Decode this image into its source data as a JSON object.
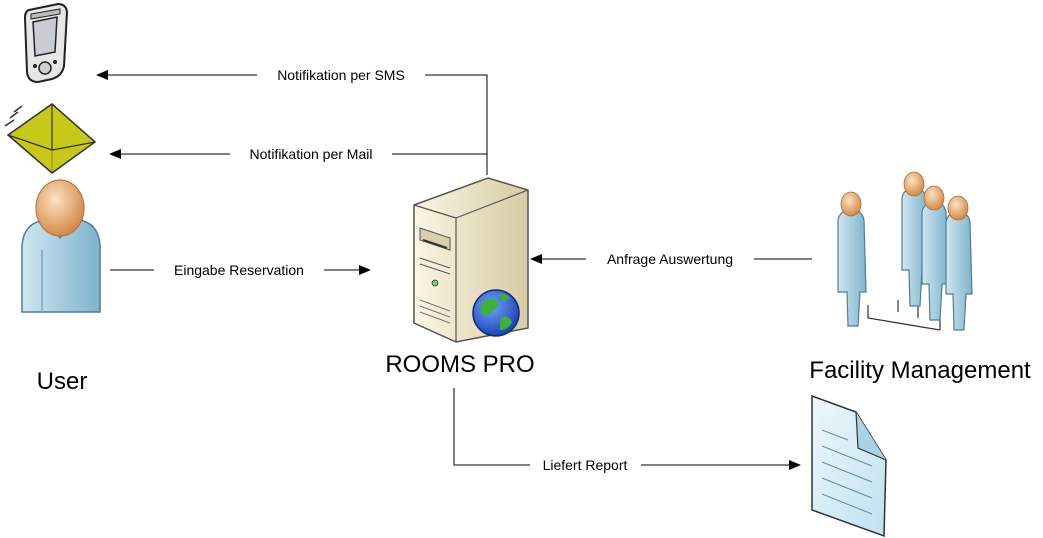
{
  "nodes": {
    "user": {
      "label": "User",
      "icon": "user-icon"
    },
    "server": {
      "label": "ROOMS PRO",
      "icon": "web-server-icon"
    },
    "facility": {
      "label": "Facility Management",
      "icon": "user-group-icon"
    },
    "mobile": {
      "icon": "mobile-phone-icon"
    },
    "mail": {
      "icon": "envelope-icon"
    },
    "report": {
      "icon": "document-icon"
    }
  },
  "edges": {
    "sms": "Notifikation per SMS",
    "mail": "Notifikation per Mail",
    "input": "Eingabe Reservation",
    "request": "Anfrage Auswertung",
    "report": "Liefert Report"
  },
  "colors": {
    "skin": "#f0b27a",
    "shirt": "#9ec9dc",
    "envelope": "#c8c81a",
    "server": "#efe6c8",
    "globe": "#2a5fd8",
    "document": "#d8eef8"
  }
}
